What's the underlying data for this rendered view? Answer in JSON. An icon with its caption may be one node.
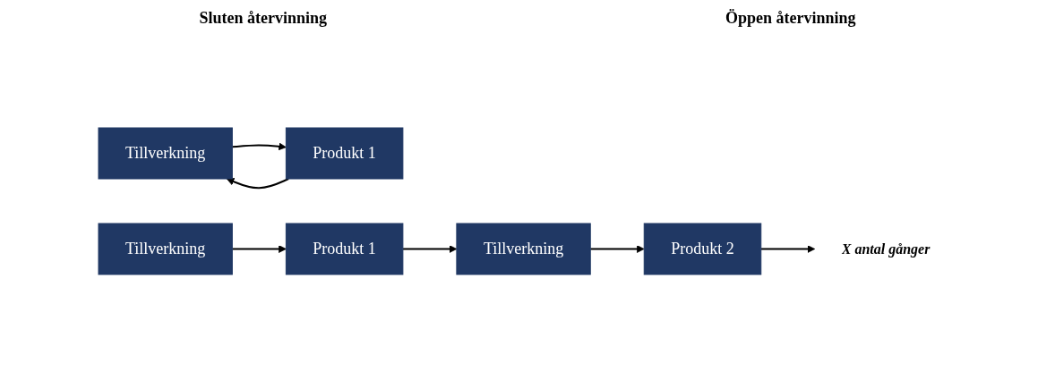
{
  "diagram": {
    "nodes": [
      {
        "text": [
          "Tillverkning"
        ]
      },
      {
        "text": [
          "Produkt 1"
        ]
      },
      {
        "text": [
          "Tillverkning"
        ]
      },
      {
        "text": [
          "Produkt 1"
        ]
      },
      {
        "text": [
          "Tillverkning"
        ]
      },
      {
        "text": [
          "Produkt 2"
        ]
      },
      {
        "text": [
          "X antal gånger"
        ]
      }
    ],
    "edges": [
      {
        "from": 0,
        "to": 1,
        "arrow": "to"
      },
      {
        "from": 1,
        "to": 0,
        "arrow": "to"
      },
      {
        "from": 2,
        "to": 3,
        "arrow": "to"
      },
      {
        "from": 3,
        "to": 4,
        "arrow": "to"
      },
      {
        "from": 4,
        "to": 5,
        "arrow": "to"
      },
      {
        "from": 5,
        "to": 6,
        "arrow": "to"
      }
    ],
    "labels": [
      "Sluten återvinning",
      "Öppen återvinning"
    ]
  }
}
